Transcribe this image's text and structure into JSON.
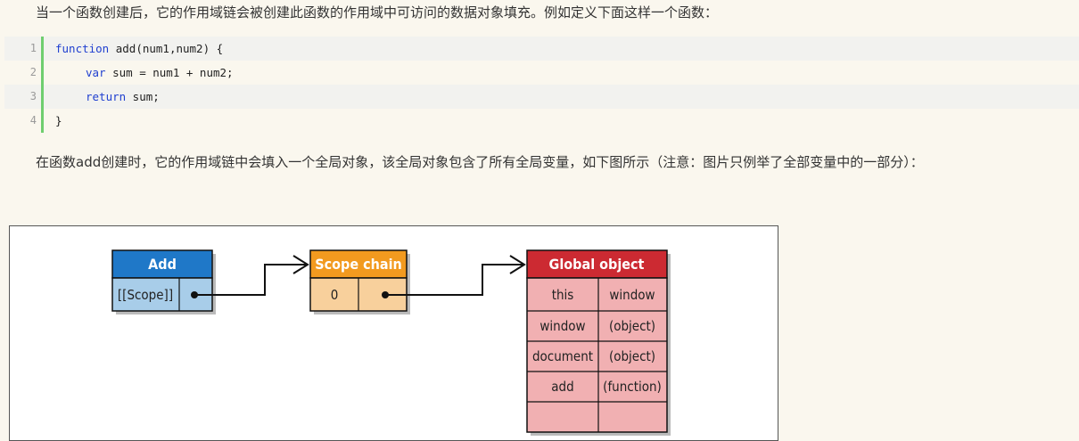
{
  "paragraphs": {
    "intro": "当一个函数创建后，它的作用域链会被创建此函数的作用域中可访问的数据对象填充。例如定义下面这样一个函数：",
    "explain": "在函数add创建时，它的作用域链中会填入一个全局对象，该全局对象包含了所有全局变量，如下图所示（注意：图片只例举了全部变量中的一部分）："
  },
  "code": {
    "lines": [
      {
        "num": "1",
        "kw": "function",
        "rest": " add(num1,num2) {"
      },
      {
        "num": "2",
        "kw": "var",
        "rest": " sum = num1 + num2;"
      },
      {
        "num": "3",
        "kw": "return",
        "rest": " sum;"
      },
      {
        "num": "4",
        "kw": "",
        "rest": "}"
      }
    ]
  },
  "diagram": {
    "add_box": {
      "title": "Add",
      "cell": "[[Scope]]"
    },
    "scope_chain": {
      "title": "Scope chain",
      "cell": "0"
    },
    "global_object": {
      "title": "Global object",
      "rows": [
        {
          "key": "this",
          "value": "window"
        },
        {
          "key": "window",
          "value": "(object)"
        },
        {
          "key": "document",
          "value": "(object)"
        },
        {
          "key": "add",
          "value": "(function)"
        }
      ]
    },
    "colors": {
      "add_header": "#1f78c8",
      "add_body": "#a8cde9",
      "scope_header": "#f29a1f",
      "scope_body": "#f8d09c",
      "global_header": "#cc2a32",
      "global_body": "#f1b0b2"
    }
  }
}
